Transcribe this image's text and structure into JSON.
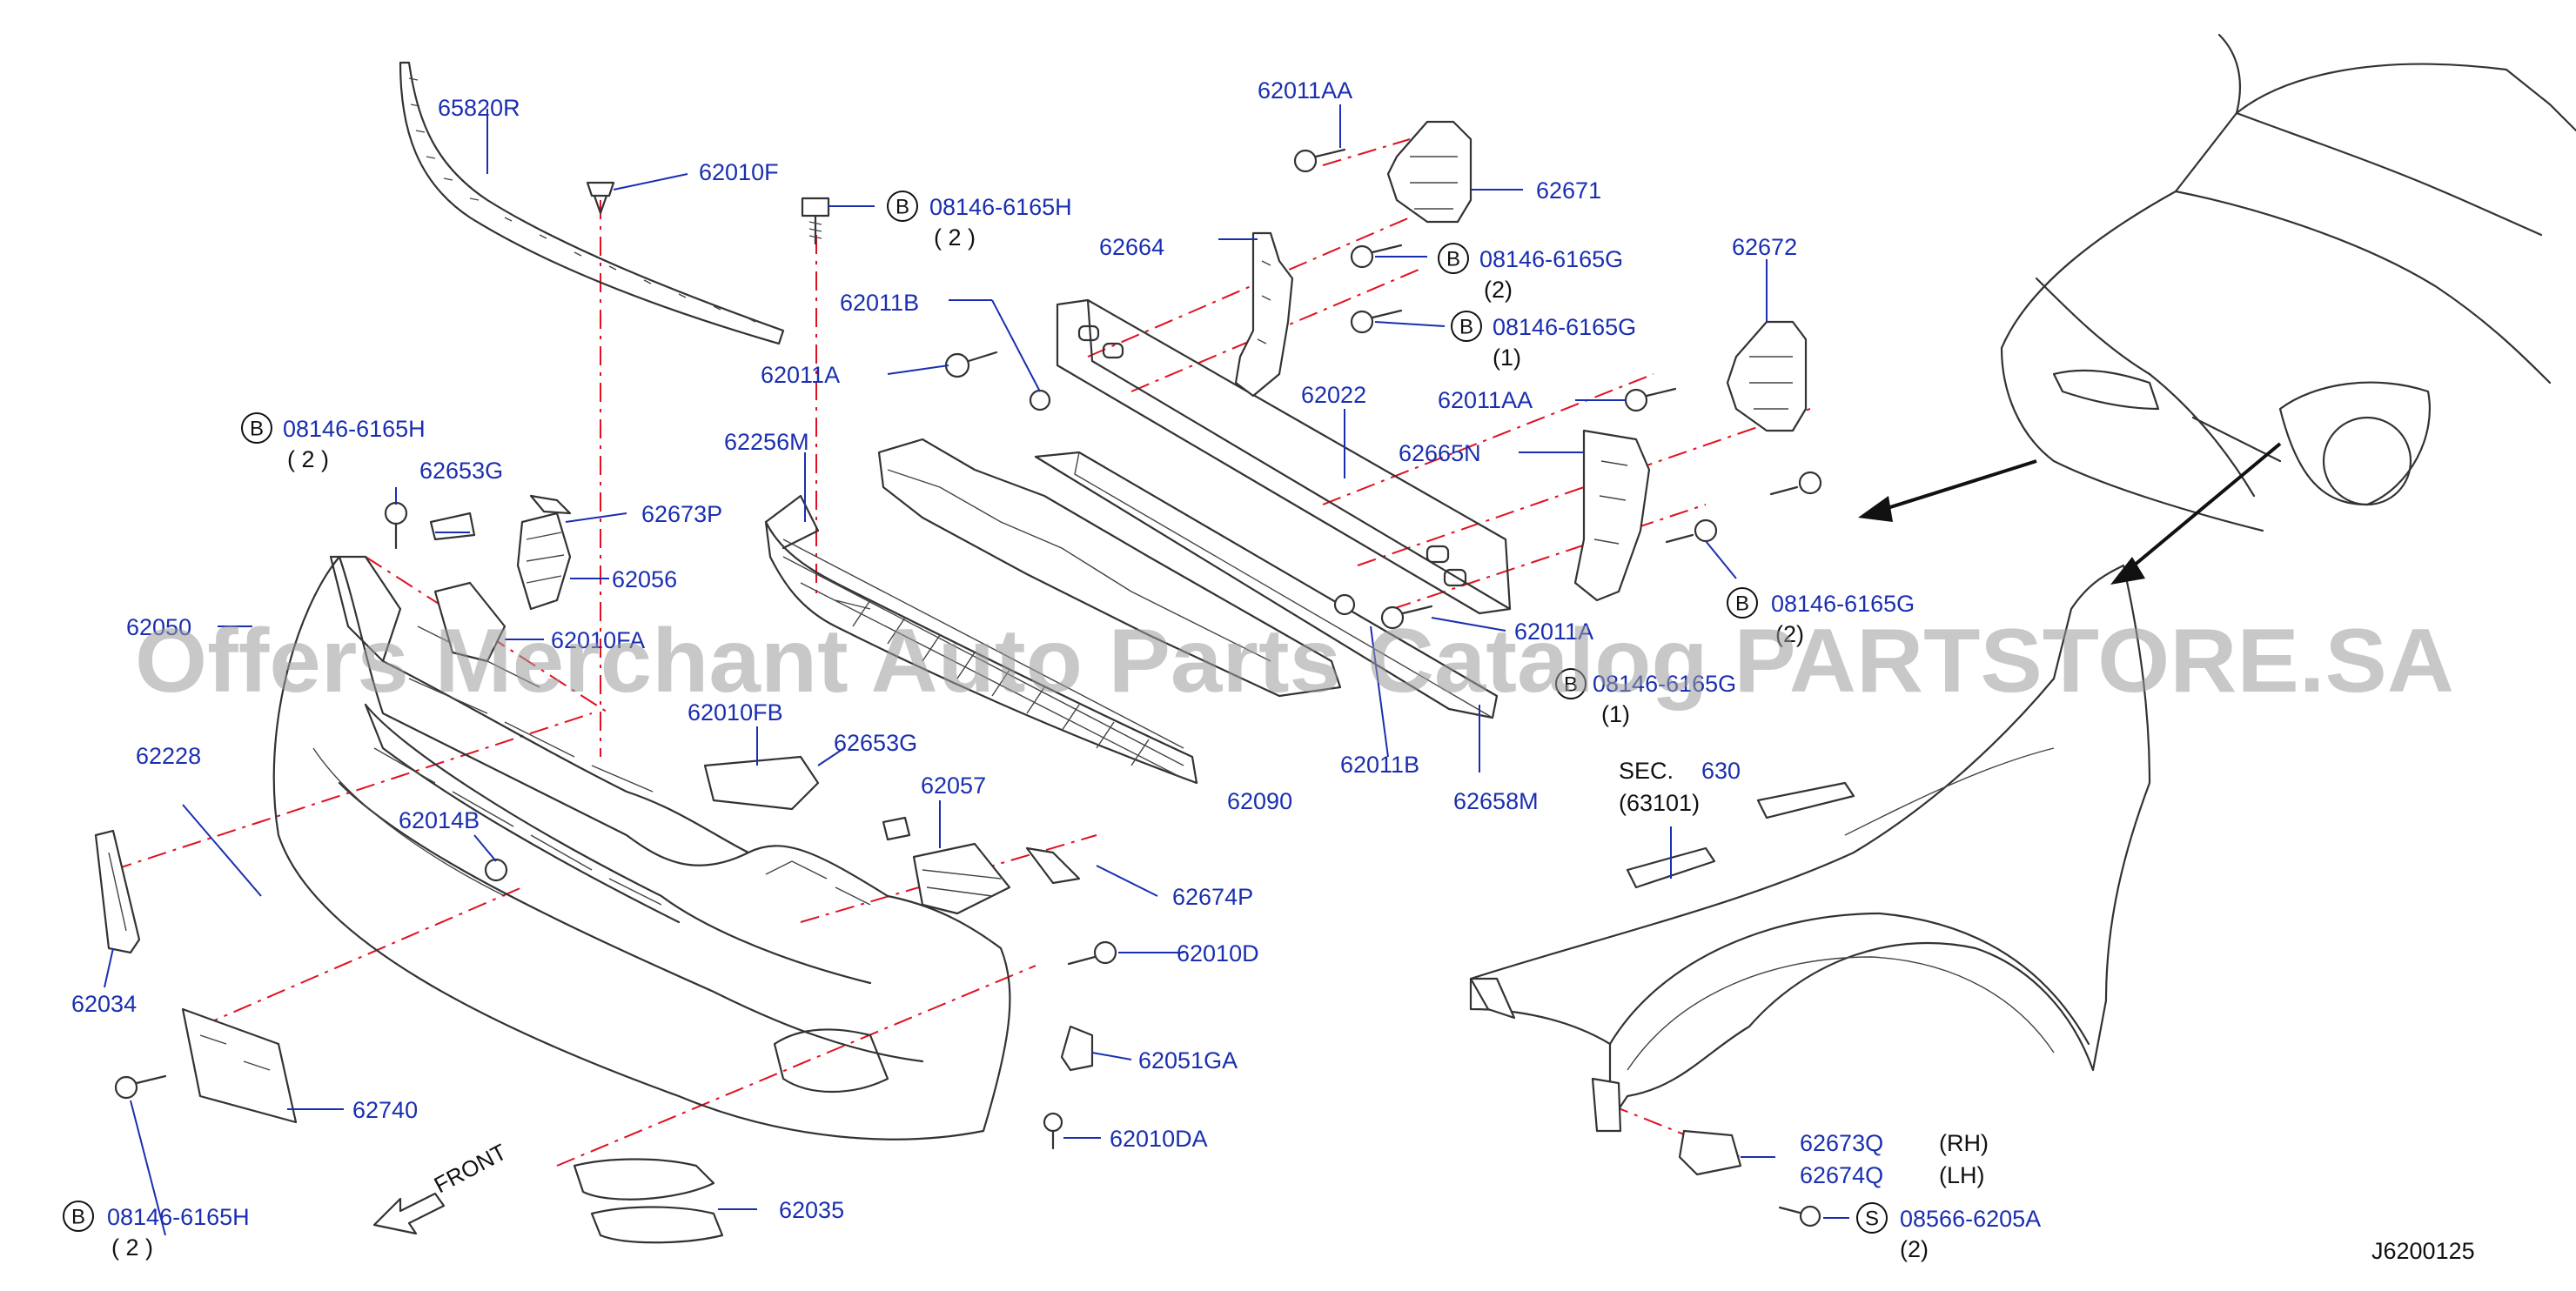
{
  "diagram": {
    "code": "J6200125",
    "front_label": "FRONT",
    "section_ref": {
      "sec_label": "SEC.",
      "sec_number": "630",
      "sub": "(63101)"
    },
    "watermark": "Offers Merchant Auto Parts Catalog PARTSTORE.SA",
    "circle_letters": {
      "b": "B",
      "s": "S"
    },
    "parts": [
      {
        "id": "p1",
        "number": "65820R"
      },
      {
        "id": "p2",
        "number": "62010F"
      },
      {
        "id": "p3",
        "number": "08146-6165H",
        "prefix": "B",
        "qty": "( 2 )"
      },
      {
        "id": "p4",
        "number": "62011AA"
      },
      {
        "id": "p5",
        "number": "62671"
      },
      {
        "id": "p6",
        "number": "62664"
      },
      {
        "id": "p7",
        "number": "08146-6165G",
        "prefix": "B",
        "qty": "(2)"
      },
      {
        "id": "p8",
        "number": "08146-6165G",
        "prefix": "B",
        "qty": "(1)"
      },
      {
        "id": "p9",
        "number": "62011B"
      },
      {
        "id": "p10",
        "number": "62011A"
      },
      {
        "id": "p11",
        "number": "62672"
      },
      {
        "id": "p12",
        "number": "62011AA"
      },
      {
        "id": "p13",
        "number": "62022"
      },
      {
        "id": "p14",
        "number": "62665N"
      },
      {
        "id": "p15",
        "number": "62256M"
      },
      {
        "id": "p16",
        "number": "08146-6165H",
        "prefix": "B",
        "qty": "( 2 )"
      },
      {
        "id": "p17",
        "number": "62653G"
      },
      {
        "id": "p18",
        "number": "62673P"
      },
      {
        "id": "p19",
        "number": "62056"
      },
      {
        "id": "p20",
        "number": "62050"
      },
      {
        "id": "p21",
        "number": "62010FA"
      },
      {
        "id": "p22",
        "number": "08146-6165G",
        "prefix": "B",
        "qty": "(2)"
      },
      {
        "id": "p23",
        "number": "62011A"
      },
      {
        "id": "p24",
        "number": "08146-6165G",
        "prefix": "B",
        "qty": "(1)"
      },
      {
        "id": "p25",
        "number": "62010FB"
      },
      {
        "id": "p26",
        "number": "62653G"
      },
      {
        "id": "p27",
        "number": "62228"
      },
      {
        "id": "p28",
        "number": "62057"
      },
      {
        "id": "p29",
        "number": "62011B"
      },
      {
        "id": "p30",
        "number": "62090"
      },
      {
        "id": "p31",
        "number": "62658M"
      },
      {
        "id": "p32",
        "number": "62014B"
      },
      {
        "id": "p33",
        "number": "62674P"
      },
      {
        "id": "p34",
        "number": "62010D"
      },
      {
        "id": "p35",
        "number": "62034"
      },
      {
        "id": "p36",
        "number": "62051GA"
      },
      {
        "id": "p37",
        "number": "62740"
      },
      {
        "id": "p38",
        "number": "62010DA"
      },
      {
        "id": "p39",
        "number": "62673Q",
        "side": "(RH)"
      },
      {
        "id": "p40",
        "number": "62674Q",
        "side": "(LH)"
      },
      {
        "id": "p41",
        "number": "08146-6165H",
        "prefix": "B",
        "qty": "( 2 )"
      },
      {
        "id": "p42",
        "number": "62035"
      },
      {
        "id": "p43",
        "number": "08566-6205A",
        "prefix": "S",
        "qty": "(2)"
      }
    ]
  }
}
